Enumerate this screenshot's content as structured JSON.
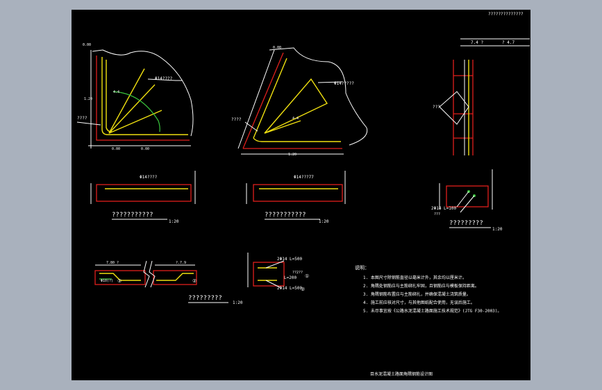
{
  "title_block": {
    "code": "??????????????"
  },
  "top_dims": {
    "a": "7.4 ?",
    "b": "? 4.7"
  },
  "top_left": {
    "label_1": "0.00",
    "label_2": "4.4",
    "label_3": "0.00",
    "label_4": "1.20",
    "label_5": "0.00",
    "bar": "Φ14????",
    "side": "????"
  },
  "top_middle": {
    "label_1": "0.00",
    "label_2": "4.4",
    "label_3": "1.20",
    "bar": "Φ14?????",
    "side": "????"
  },
  "side_detail": {
    "label": "???"
  },
  "section_left": {
    "bar": "Φ14????",
    "caption": "???????????",
    "scale": "1:20"
  },
  "section_mid": {
    "bar": "Φ14???77",
    "caption": "???????????",
    "scale": "1:20"
  },
  "section_right": {
    "bar1": "2Φ14  L=100",
    "bar2": "???",
    "caption": "?????????",
    "scale": "1:20"
  },
  "bottom_left": {
    "dim_1": "7.80 ?",
    "dim_2": "?.7.9",
    "bar_a": "Φ10(?)",
    "circle_1": "①",
    "circle_2": "②",
    "caption": "?????????",
    "scale": "1:20"
  },
  "bottom_mid": {
    "bar_top": "2Φ14  L=500",
    "bar_mid": "??2??",
    "bar_mid2": "L=200",
    "bar_bot": "2Φ14  L=500",
    "circle_1": "①",
    "circle_2": "②"
  },
  "notes": {
    "heading": "说明：",
    "items": [
      "1. 本图尺寸除钢筋直径以毫米计外，其余均以厘米计。",
      "2. 角隅处钢筋应与主筋绑扎牢固，且钢筋应与模板保持距离。",
      "3. 角隅钢筋布置应与主筋绑扎，并确保混凝土浇筑质量。",
      "4. 施工前应核对尺寸，与其他图纸配合使用，无误后施工。",
      "5. 未尽事宜按《公路水泥混凝土路面施工技术规范》(JTG F30-2003)。"
    ]
  },
  "footer": {
    "title": "目水泥混凝土路面角隅钢筋设计图"
  }
}
